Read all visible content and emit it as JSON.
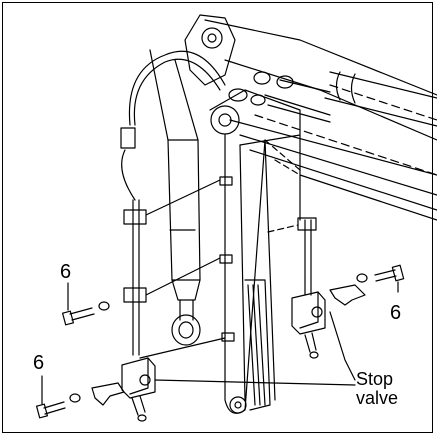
{
  "labels": {
    "bolt_left_upper": "6",
    "bolt_right": "6",
    "bolt_left_lower": "6",
    "stop_valve_line1": "Stop",
    "stop_valve_line2": "valve"
  },
  "colors": {
    "line": "#000000",
    "background": "#ffffff"
  }
}
